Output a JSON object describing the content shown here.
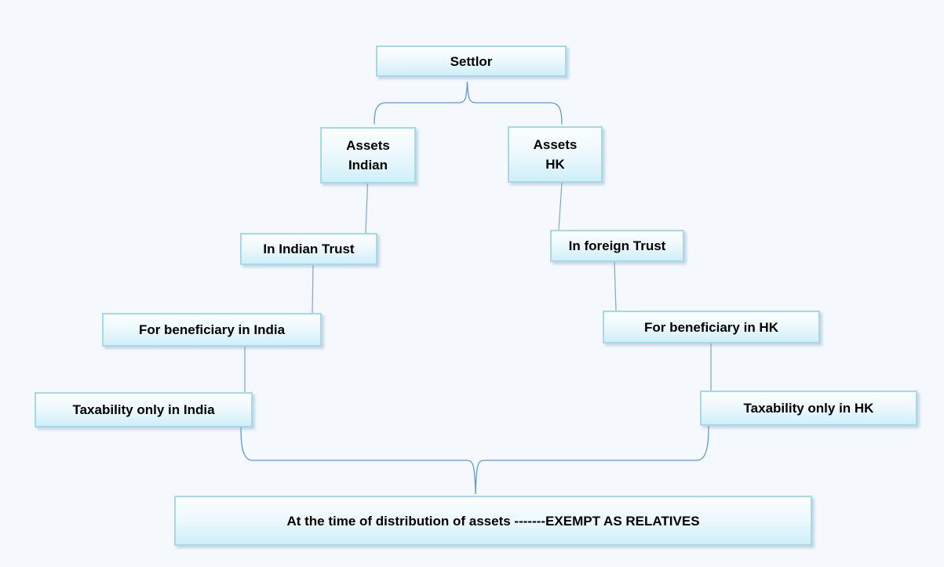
{
  "diagram": {
    "title": "Settlor trust taxability flowchart",
    "nodes": {
      "settlor": {
        "label": "Settlor"
      },
      "assets_indian": {
        "label": "Assets\nIndian"
      },
      "assets_hk": {
        "label": "Assets\nHK"
      },
      "in_indian_trust": {
        "label": "In Indian Trust"
      },
      "in_foreign_trust": {
        "label": "In foreign Trust"
      },
      "beneficiary_india": {
        "label": "For beneficiary in India"
      },
      "beneficiary_hk": {
        "label": "For beneficiary in HK"
      },
      "taxability_india": {
        "label": "Taxability only in India"
      },
      "taxability_hk": {
        "label": "Taxability only in HK"
      },
      "distribution": {
        "label": "At the time of distribution of assets -------EXEMPT AS RELATIVES"
      }
    },
    "edges": [
      {
        "from": "settlor",
        "to": [
          "assets_indian",
          "assets_hk"
        ],
        "style": "brace"
      },
      {
        "from": "assets_indian",
        "to": "in_indian_trust",
        "style": "line"
      },
      {
        "from": "assets_hk",
        "to": "in_foreign_trust",
        "style": "line"
      },
      {
        "from": "in_indian_trust",
        "to": "beneficiary_india",
        "style": "line"
      },
      {
        "from": "in_foreign_trust",
        "to": "beneficiary_hk",
        "style": "line"
      },
      {
        "from": "beneficiary_india",
        "to": "taxability_india",
        "style": "line"
      },
      {
        "from": "beneficiary_hk",
        "to": "taxability_hk",
        "style": "line"
      },
      {
        "from": [
          "taxability_india",
          "taxability_hk"
        ],
        "to": "distribution",
        "style": "brace"
      }
    ],
    "colors": {
      "background": "#f5f9fd",
      "node_border": "#a3daeb",
      "node_fill_top": "#fbfeff",
      "node_fill_bottom": "#cfeff8",
      "connector": "#5b9bd5",
      "text": "#000000"
    }
  }
}
